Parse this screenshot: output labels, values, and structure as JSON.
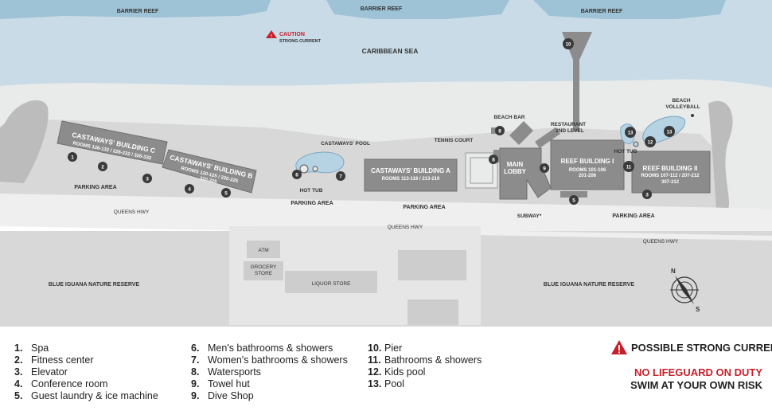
{
  "map": {
    "reef_labels": [
      "BARRIER REEF",
      "BARRIER REEF",
      "BARRIER REEF"
    ],
    "sea_label": "CARIBBEAN SEA",
    "caution": {
      "title": "CAUTION",
      "subtitle": "STRONG CURRENT"
    },
    "buildings": {
      "castaways_c": {
        "name": "CASTAWAYS' BUILDING C",
        "rooms": "ROOMS 126-132 / 226-232 / 326-332"
      },
      "castaways_b": {
        "name": "CASTAWAYS' BUILDING B",
        "rooms_1": "ROOMS 120-125 / 220-225",
        "rooms_2": "320-325"
      },
      "castaways_a": {
        "name": "CASTAWAYS' BUILDING A",
        "rooms": "ROOMS 113-119 / 213-219"
      },
      "main_lobby": {
        "line1": "MAIN",
        "line2": "LOBBY"
      },
      "reef_i": {
        "name": "REEF BUILDING I",
        "rooms_1": "ROOMS 101-106",
        "rooms_2": "201-206"
      },
      "reef_ii": {
        "name": "REEF BUILDING II",
        "rooms_1": "ROOMS 107-112 / 207-212",
        "rooms_2": "307-312"
      }
    },
    "labels": {
      "castaways_pool": "CASTAWAYS' POOL",
      "hot_tub_left": "HOT TUB",
      "hot_tub_right": "HOT TUB",
      "tennis_court": "TENNIS COURT",
      "beach_bar": "BEACH BAR",
      "restaurant_1": "RESTAURANT",
      "restaurant_2": "2ND LEVEL",
      "beach_volleyball_1": "BEACH",
      "beach_volleyball_2": "VOLLEYBALL",
      "subway": "SUBWAY*",
      "parking_1": "PARKING  AREA",
      "parking_2": "PARKING  AREA",
      "parking_3": "PARKING  AREA",
      "parking_4": "PARKING  AREA",
      "hwy_1": "QUEENS HWY",
      "hwy_2": "QUEENS HWY",
      "hwy_3": "QUEENS HWY",
      "atm": "ATM",
      "grocery_1": "GROCERY",
      "grocery_2": "STORE",
      "liquor": "LIQUOR STORE",
      "reserve_left": "BLUE IGUANA NATURE RESERVE",
      "reserve_right": "BLUE IGUANA NATURE RESERVE"
    },
    "compass": {
      "n": "N",
      "s": "S"
    },
    "markers": [
      "1",
      "2",
      "3",
      "4",
      "5",
      "6",
      "7",
      "8",
      "9",
      "10",
      "11",
      "12",
      "13"
    ]
  },
  "legend": {
    "col1": [
      {
        "num": "1.",
        "label": "Spa"
      },
      {
        "num": "2.",
        "label": "Fitness center"
      },
      {
        "num": "3.",
        "label": "Elevator"
      },
      {
        "num": "4.",
        "label": "Conference room"
      },
      {
        "num": "5.",
        "label": "Guest laundry & ice machine"
      }
    ],
    "col2": [
      {
        "num": "6.",
        "label": "Men's bathrooms & showers"
      },
      {
        "num": "7.",
        "label": "Women's bathrooms & showers"
      },
      {
        "num": "8.",
        "label": "Watersports"
      },
      {
        "num": "9.",
        "label": "Towel hut"
      },
      {
        "num": "9.",
        "label": "Dive Shop"
      }
    ],
    "col3": [
      {
        "num": "10.",
        "label": "Pier"
      },
      {
        "num": "11.",
        "label": "Bathrooms & showers"
      },
      {
        "num": "12.",
        "label": "Kids pool"
      },
      {
        "num": "13.",
        "label": "Pool"
      }
    ],
    "warning": "POSSIBLE STRONG CURRENT",
    "no_lifeguard": "NO LIFEGUARD ON DUTY",
    "swim_risk": "SWIM AT YOUR OWN RISK"
  },
  "colors": {
    "sea": "#c9dbe6",
    "reef": "#9ec2d6",
    "sand": "#e9ebeb",
    "land": "#d8d8d8",
    "road": "#efefef",
    "building": "#8c8c8c",
    "marker": "#3a3a3a",
    "pool": "#b6d3e4",
    "alert_red": "#c8202a"
  }
}
